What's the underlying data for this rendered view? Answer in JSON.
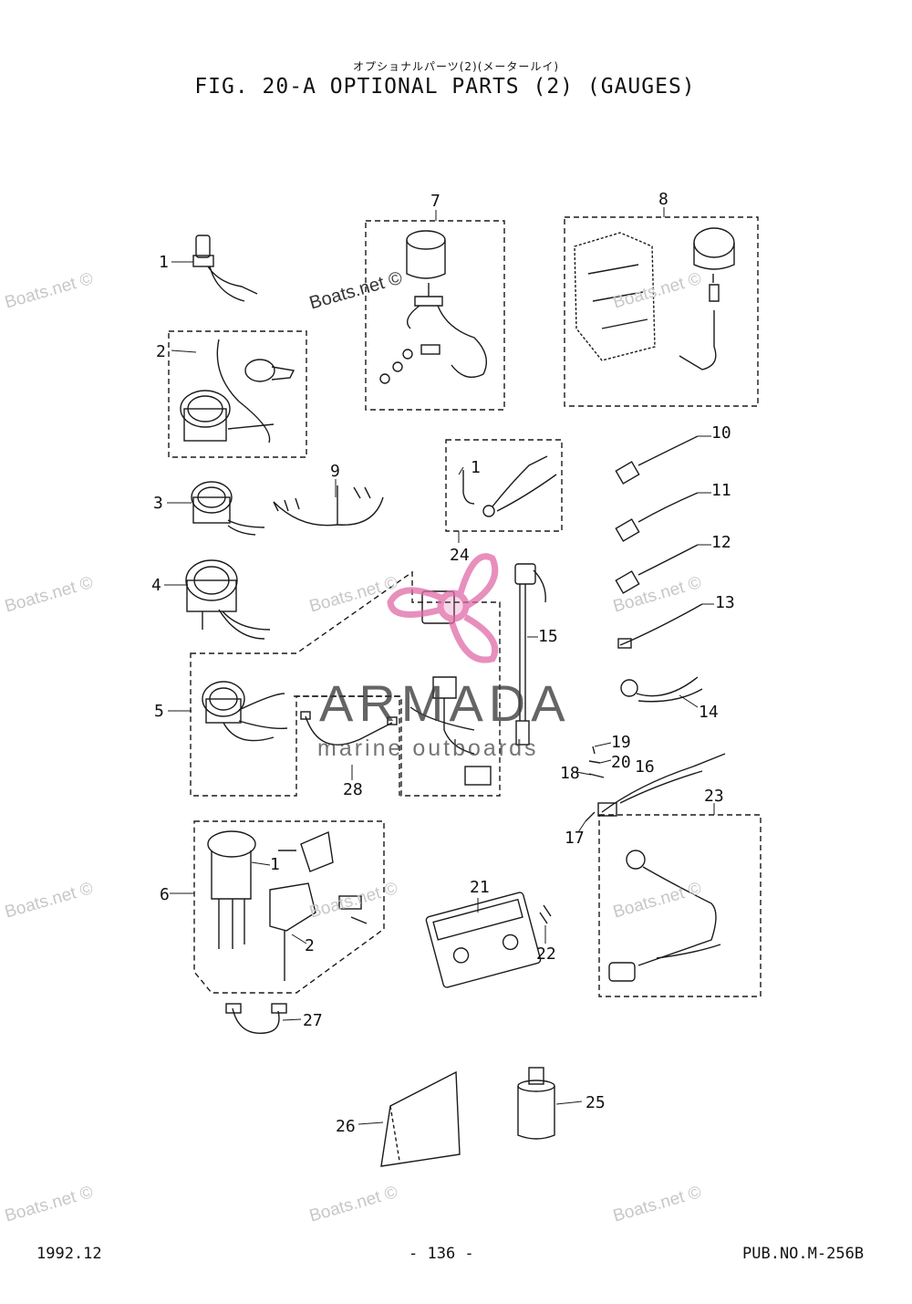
{
  "header": {
    "jp_title": "オプショナルパーツ(2)(メータールイ)",
    "title": "FIG. 20-A OPTIONAL PARTS (2) (GAUGES)"
  },
  "callouts": [
    "1",
    "2",
    "3",
    "4",
    "5",
    "6",
    "7",
    "8",
    "9",
    "10",
    "11",
    "12",
    "13",
    "14",
    "15",
    "16",
    "17",
    "18",
    "19",
    "20",
    "21",
    "22",
    "23",
    "24",
    "25",
    "26",
    "27",
    "28",
    "1",
    "1",
    "2"
  ],
  "watermarks": {
    "boats": "Boats.net ©",
    "brand": "ARMADA",
    "brand_sub": "marine outboards"
  },
  "footer": {
    "date": "1992.12",
    "page": "- 136 -",
    "pub": "PUB.NO.M-256B"
  }
}
